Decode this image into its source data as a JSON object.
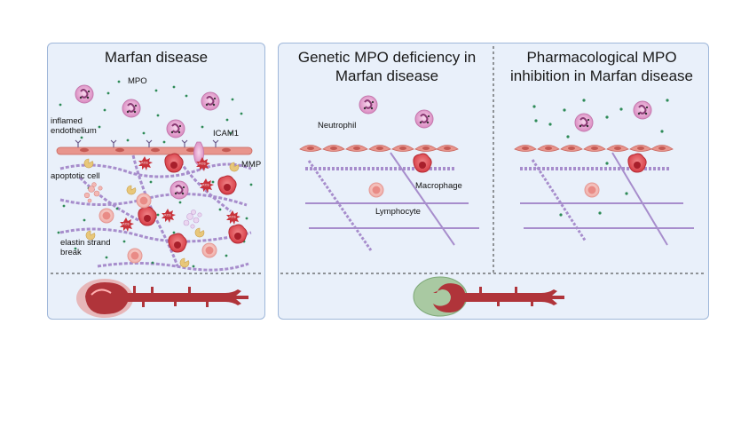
{
  "colors": {
    "panel_bg": "#e9f0fa",
    "panel_border": "#9fb7d9",
    "endothelium": "#e8958d",
    "neutrophil": "#e8a8d2",
    "macrophage": "#e0484f",
    "elastin": "#9c7cc4",
    "mpo_dot": "#2e8b57",
    "mmp": "#e8c77a",
    "diseased_halo": "#e6a9a9",
    "protected_halo": "#a9c9a2",
    "aorta": "#b0343a"
  },
  "left_panel": {
    "title": "Marfan disease",
    "labels": {
      "mpo": "MPO",
      "inflamed_endothelium": "inflamed endothelium",
      "icam1": "ICAM1",
      "mmp": "MMP",
      "apoptotic_cell": "apoptotic cell",
      "elastin_break": "elastin strand break"
    }
  },
  "middle_panel": {
    "title": "Genetic MPO deficiency in Marfan disease",
    "labels": {
      "neutrophil": "Neutrophil",
      "macrophage": "Macrophage",
      "lymphocyte": "Lymphocyte"
    }
  },
  "right_panel": {
    "title": "Pharmacological MPO inhibition in Marfan disease"
  },
  "icons": [
    "neutrophil-icon",
    "macrophage-icon",
    "lymphocyte-icon",
    "endothelial-cell-icon",
    "elastin-fiber-icon",
    "mpo-dot-icon",
    "mmp-icon",
    "ros-burst-icon",
    "aorta-icon"
  ]
}
